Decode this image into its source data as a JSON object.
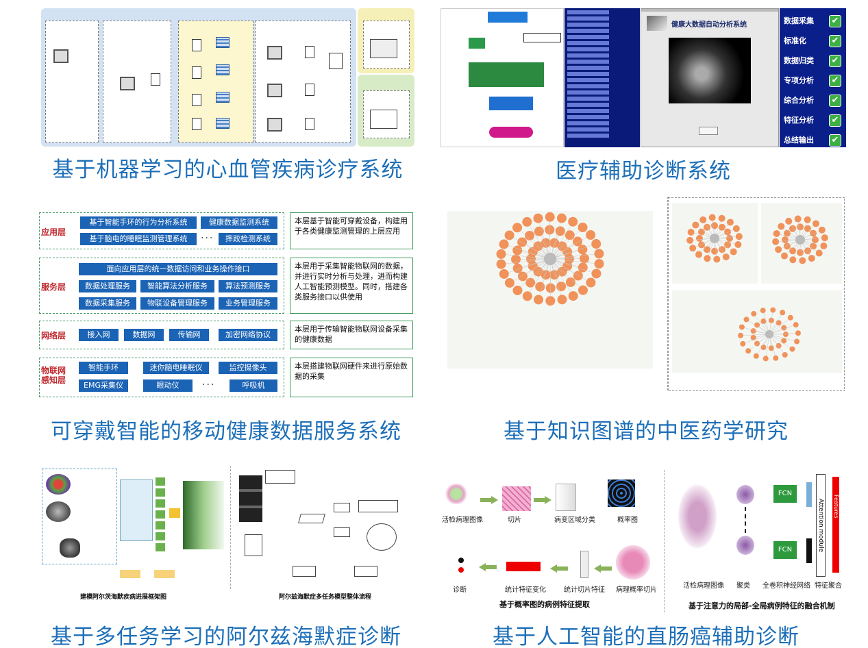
{
  "captions": [
    "基于机器学习的心血管疾病诊疗系统",
    "医疗辅助诊断系统",
    "可穿戴智能的移动健康数据服务系统",
    "基于知识图谱的中医药学研究",
    "基于多任务学习的阿尔兹海默症诊断",
    "基于人工智能的直肠癌辅助诊断"
  ],
  "panel2": {
    "window_title": "健康大数据自动分析系统",
    "menu": [
      "数据采集",
      "标准化",
      "数据归类",
      "专项分析",
      "综合分析",
      "特征分析",
      "总结输出"
    ]
  },
  "panel3": {
    "layers": [
      {
        "name": "应用层",
        "buttons": [
          "基于智能手环的行为分析系统",
          "健康数据监测系统",
          "基于脑电的睡眠监测管理系统",
          "···",
          "摔跤检测系统"
        ],
        "desc": "本层基于智能可穿戴设备，构建用于各类健康监测管理的上层应用"
      },
      {
        "name": "服务层",
        "buttons": [
          "面向应用层的统一数据访问和业务操作接口",
          "数据处理服务",
          "智能算法分析服务",
          "算法预测服务",
          "数据采集服务",
          "物联设备管理服务",
          "业务管理服务"
        ],
        "desc": "本层用于采集智能物联网的数据，并进行实时分析与处理，进而构建人工智能预测模型。同时，搭建各类服务接口以供使用"
      },
      {
        "name": "网络层",
        "buttons": [
          "接入网",
          "数据网",
          "传输网",
          "加密网络协议"
        ],
        "desc": "本层用于传输智能物联网设备采集的健康数据"
      },
      {
        "name": "物联网感知层",
        "buttons": [
          "智能手环",
          "迷你脑电睡眠仪",
          "监控摄像头",
          "EMG采集仪",
          "眼动仪",
          "···",
          "呼吸机"
        ],
        "desc": "本层搭建物联网硬件来进行原始数据的采集"
      }
    ]
  },
  "panel5": {
    "left_title": "建模阿尔茨海默疾病进展框架图",
    "right_title": "阿尔兹海默症多任务模型整体流程"
  },
  "panel6": {
    "left_title": "基于概率图的病例特征提取",
    "right_title": "基于注意力的局部-全局病例特征的融合机制",
    "labels_left": [
      "活检病理图像",
      "切片",
      "病变区域分类",
      "概率图",
      "诊断",
      "统计特征变化",
      "统计切片特征",
      "病理概率切片"
    ],
    "labels_right": [
      "活检病理图像",
      "聚类",
      "全卷积神经网络",
      "特征聚合",
      "FCN",
      "FCN",
      "Attention module",
      "Features"
    ]
  },
  "colors": {
    "caption": "#1d6fb8",
    "layer_button": "#1b63b5",
    "layer_name": "#c0282d",
    "node": "#f0925a",
    "menu_bg": "#0b1f8a"
  }
}
